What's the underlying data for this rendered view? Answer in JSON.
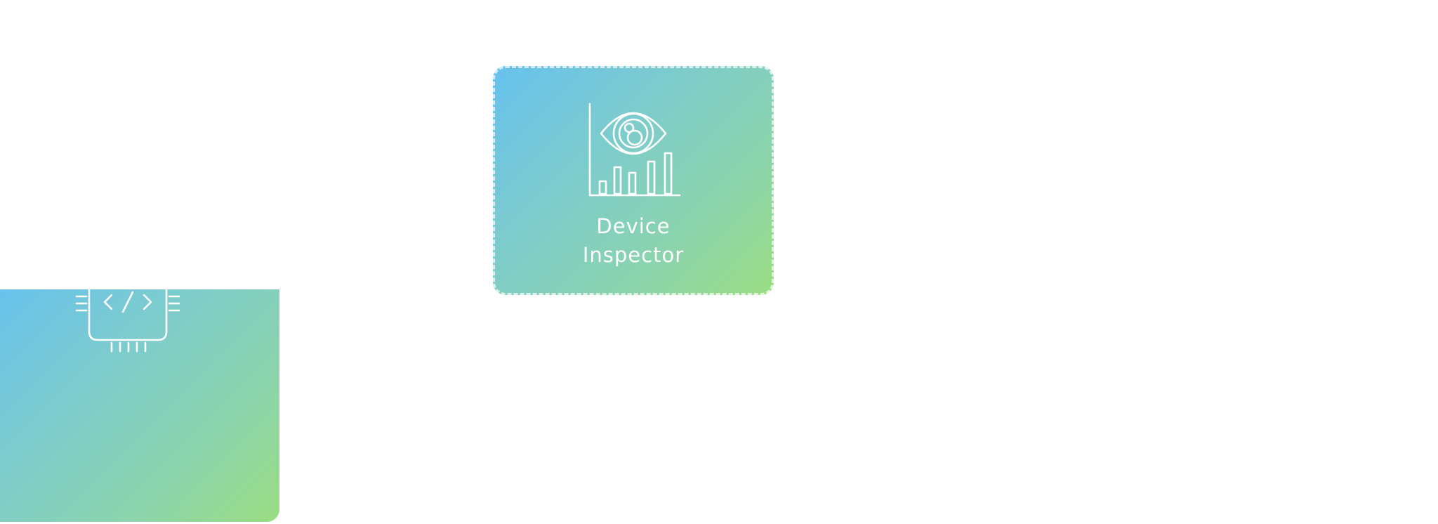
{
  "tiles": [
    {
      "id": "firmware",
      "icon": "chip-code-icon",
      "label": ""
    },
    {
      "id": "device-inspector",
      "icon": "eye-chart-icon",
      "label_line1": "Device",
      "label_line2": "Inspector"
    }
  ],
  "colors": {
    "gradient_start": "#66c1ee",
    "gradient_end": "#9bdd82",
    "icon_stroke": "#ffffff",
    "background": "#ffffff"
  }
}
